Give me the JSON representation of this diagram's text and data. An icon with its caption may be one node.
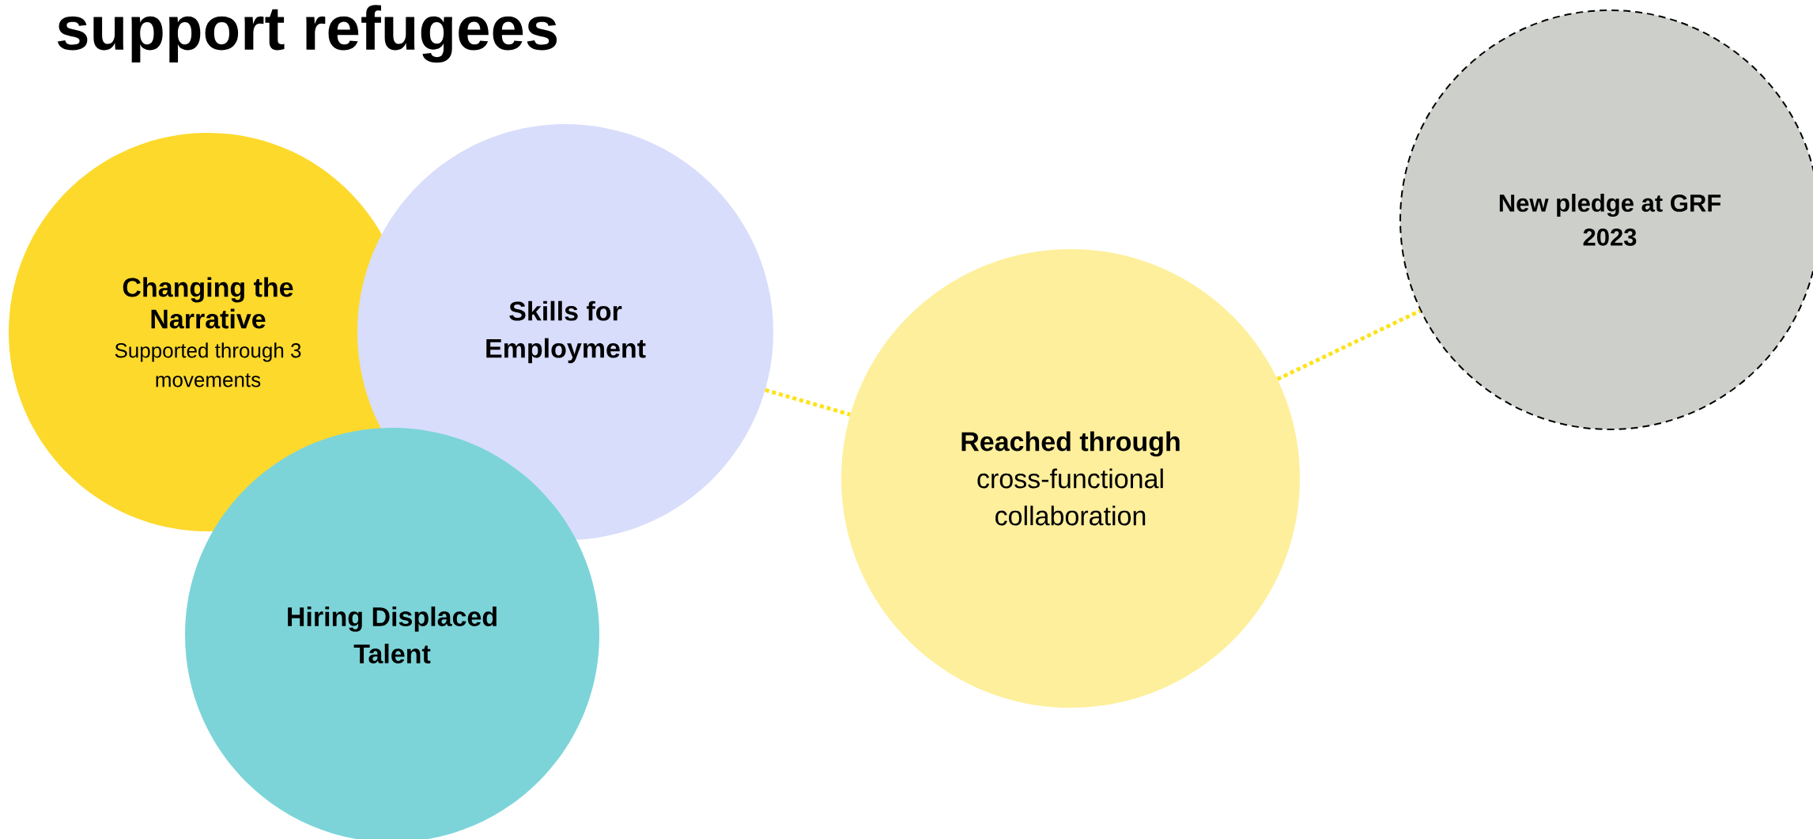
{
  "diagram": {
    "title": "support refugees",
    "nodes": [
      {
        "text": [
          "Changing the Narrative",
          "Supported through 3 movements"
        ]
      },
      {
        "text": [
          "Skills for Employment"
        ]
      },
      {
        "text": [
          "Hiring Displaced Talent"
        ]
      },
      {
        "text": [
          "**Reached through** cross-functional collaboration"
        ]
      },
      {
        "text": [
          "New pledge at GRF 2023"
        ]
      }
    ],
    "edges": [
      {
        "from": 1,
        "to": 3,
        "arrow": "none"
      },
      {
        "from": 3,
        "to": 4,
        "arrow": "none"
      }
    ]
  }
}
